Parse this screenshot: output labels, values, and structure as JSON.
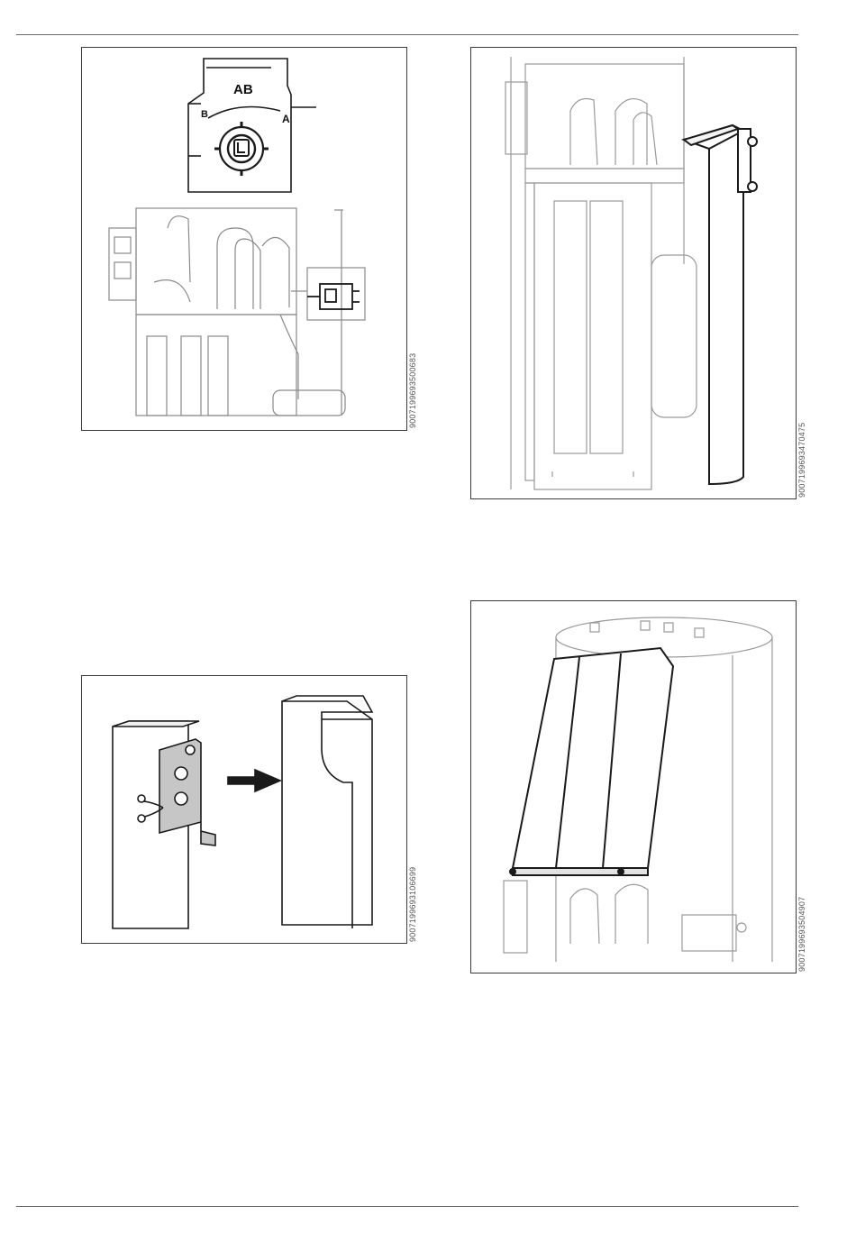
{
  "figures": [
    {
      "code": "9007199693500683",
      "labels": {
        "ab": "AB",
        "b": "B",
        "a": "A"
      }
    },
    {
      "code": "9007199693470475"
    },
    {
      "code": "9007199693106699"
    },
    {
      "code": "9007199693504907"
    }
  ],
  "colors": {
    "line": "#2a2a2a",
    "faint": "#9a9a9a",
    "fill_gray": "#c8c8c8",
    "shade": "#e6e6e6"
  }
}
